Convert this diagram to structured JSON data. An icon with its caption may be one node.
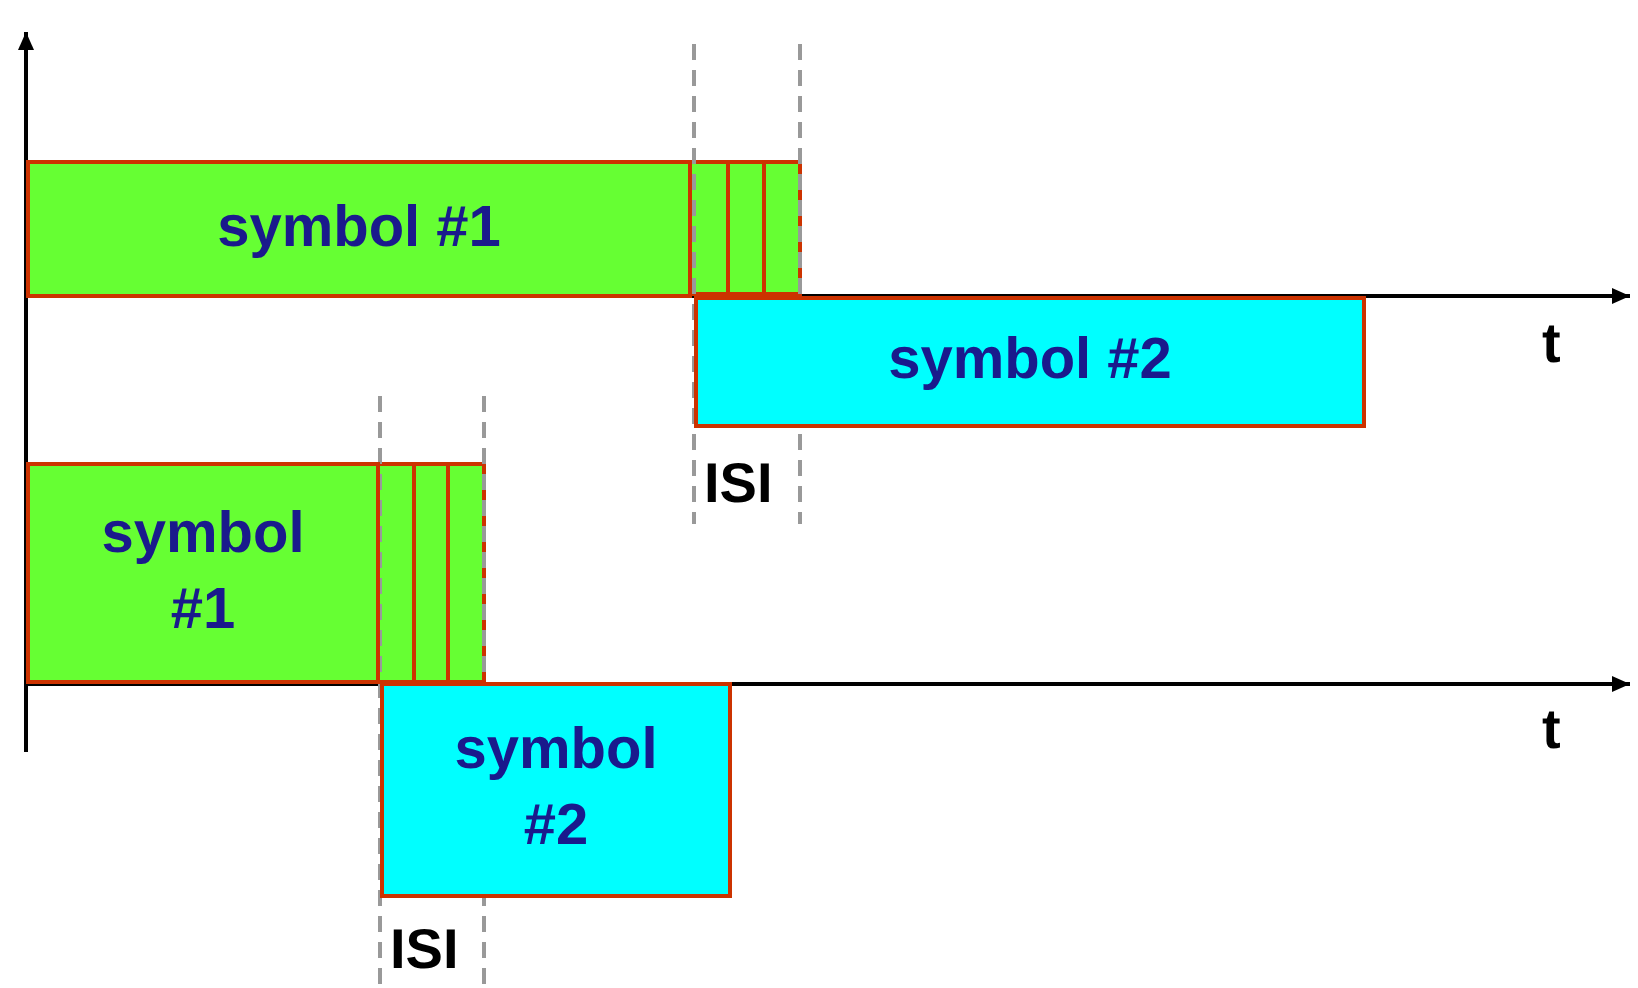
{
  "diagram": {
    "nodes": [
      {
        "text": [
          "symbol #1"
        ]
      },
      {
        "text": [
          "symbol #2"
        ]
      },
      {
        "text": [
          "symbol #1"
        ]
      },
      {
        "text": [
          "symbol #2"
        ]
      }
    ],
    "labels": [
      "t",
      "ISI",
      "t",
      "ISI"
    ]
  }
}
